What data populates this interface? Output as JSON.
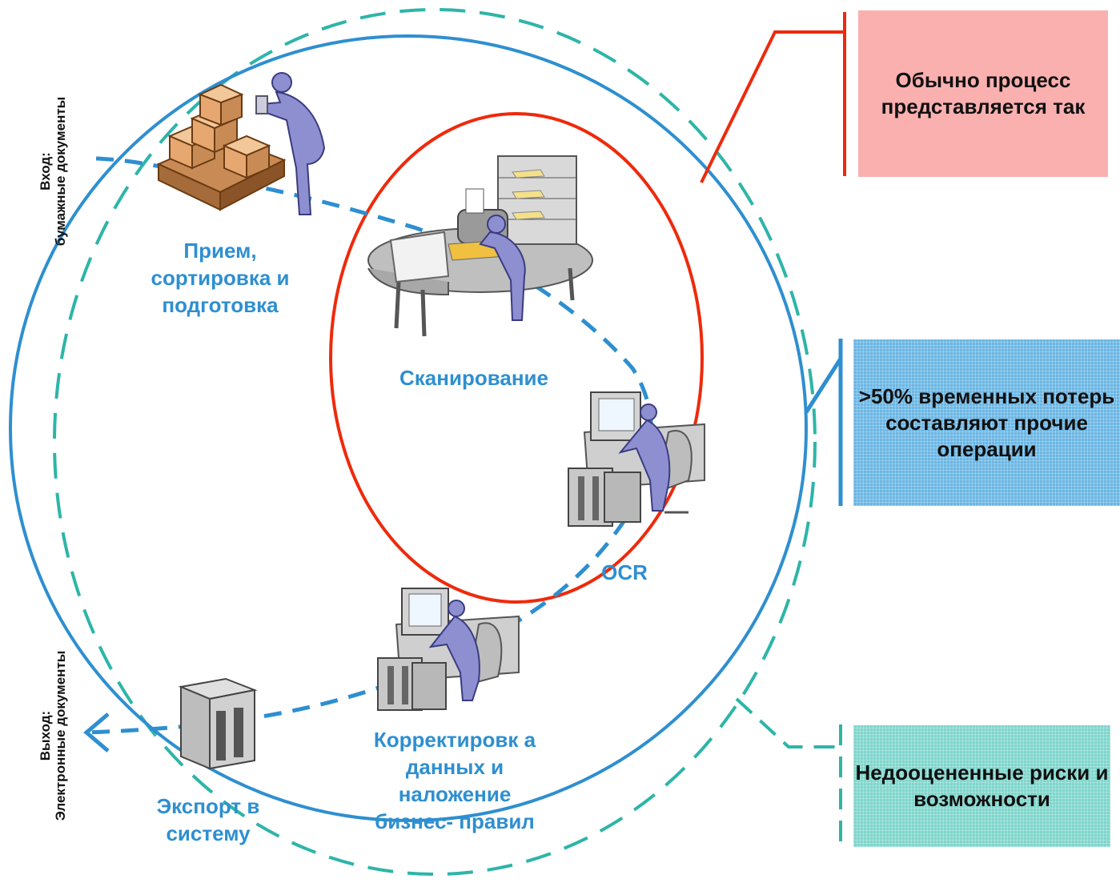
{
  "input_label": [
    "Вход:",
    "бумажные документы"
  ],
  "output_label": [
    "Выход:",
    "Электронные документы"
  ],
  "stages": {
    "receive": "Прием, сортировка и подготовка",
    "scan": "Сканирование",
    "ocr": "OCR",
    "correct": "Корректировк а данных и наложение бизнес- правил",
    "export": "Экспорт в систему"
  },
  "callouts": {
    "usual": "Обычно процесс представляется так",
    "losses": ">50% временных потерь составляют прочие операции",
    "risks": "Недооцененные риски и возможности"
  },
  "colors": {
    "outer_circle": "#2e8fd0",
    "inner_circle": "#ee2a0c",
    "dashed_teal": "#2db5a8",
    "flow_dash": "#2e8fd0",
    "callout_red": "#fbb0b0",
    "callout_blue": "#6ab6e4",
    "callout_teal": "#7fd6cc"
  },
  "icons": [
    "boxes-pallet-icon",
    "worker-icon",
    "scanner-desk-icon",
    "computer-operator-icon",
    "server-icon"
  ]
}
